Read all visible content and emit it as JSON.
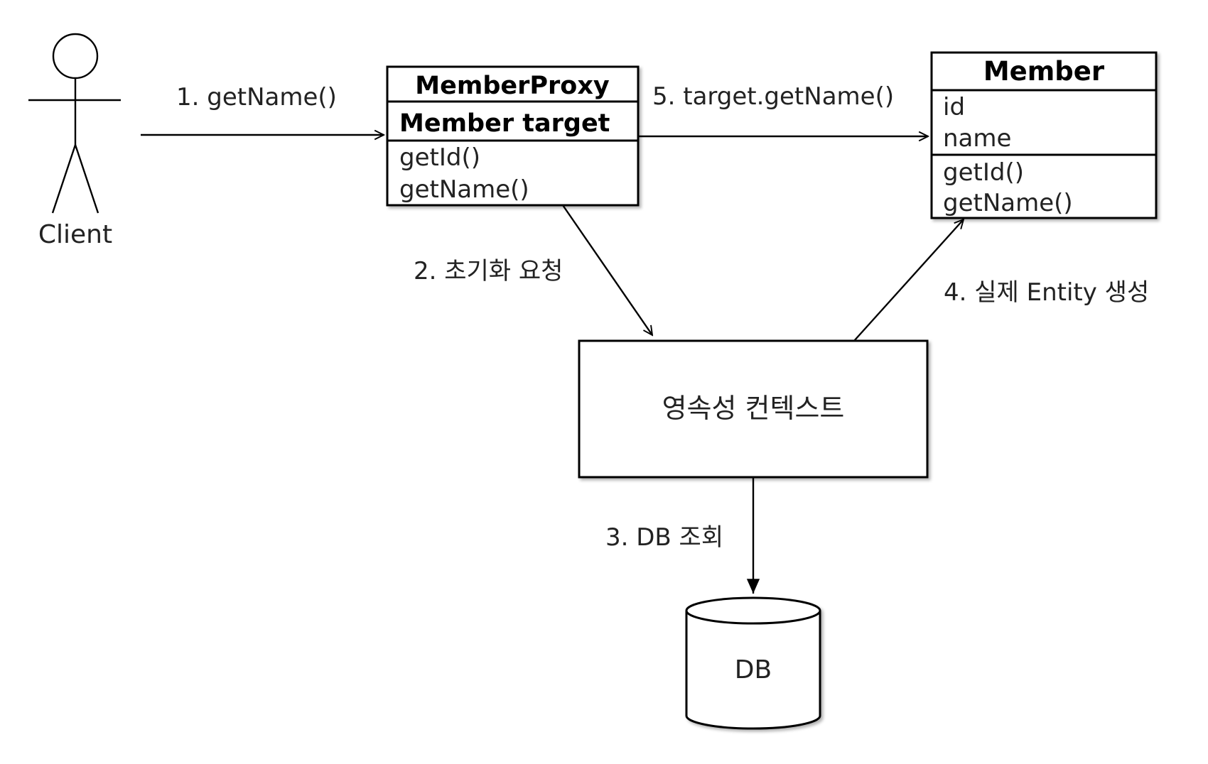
{
  "client": {
    "label": "Client"
  },
  "proxy": {
    "title": "MemberProxy",
    "field": "Member target",
    "methods": [
      "getId()",
      "getName()"
    ]
  },
  "member": {
    "title": "Member",
    "fields": [
      "id",
      "name"
    ],
    "methods": [
      "getId()",
      "getName()"
    ]
  },
  "context": {
    "label": "영속성 컨텍스트"
  },
  "db": {
    "label": "DB"
  },
  "steps": {
    "s1": "1. getName()",
    "s2": "2. 초기화 요청",
    "s3": "3. DB 조회",
    "s4": "4. 실제 Entity 생성",
    "s5": "5. target.getName()"
  }
}
